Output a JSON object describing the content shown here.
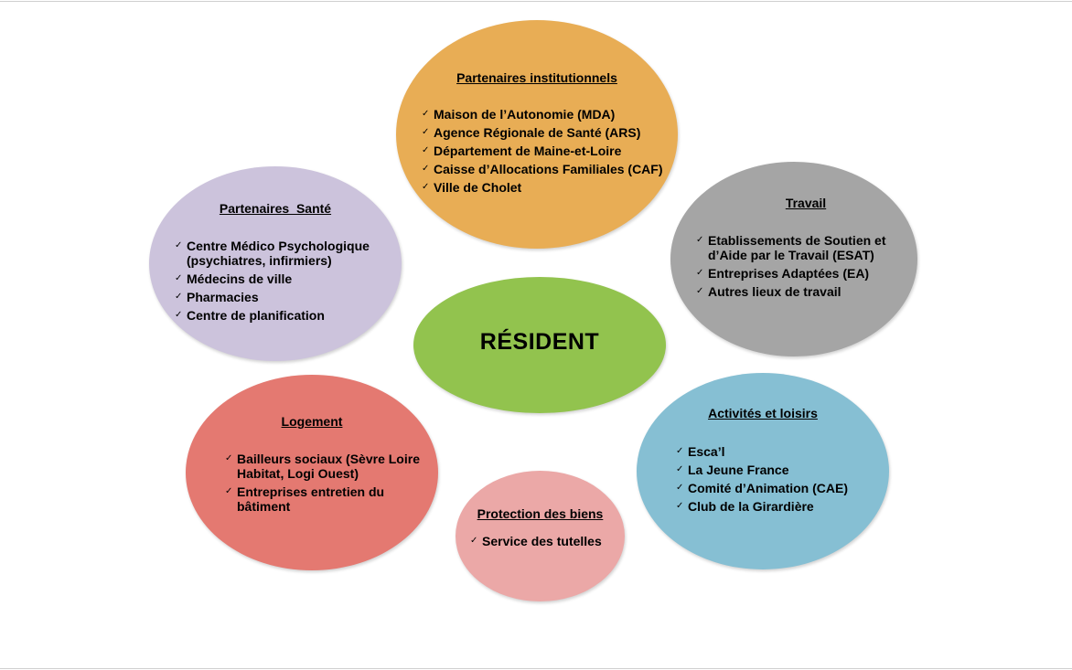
{
  "center": {
    "label": "RÉSIDENT",
    "color": "#92c34e"
  },
  "check_glyph": "✓",
  "nodes": {
    "institutionnels": {
      "title": "Partenaires institutionnels",
      "color": "#e8ad55",
      "items": [
        "Maison de l’Autonomie (MDA)",
        "Agence Régionale de Santé (ARS)",
        "Département de Maine-et-Loire",
        "Caisse d’Allocations Familiales (CAF)",
        "Ville de Cholet"
      ]
    },
    "sante": {
      "title": "Partenaires  Santé",
      "color": "#ccc3dc",
      "items": [
        "Centre Médico Psychologique (psychiatres, infirmiers)",
        "Médecins de ville",
        "Pharmacies",
        "Centre de planification"
      ]
    },
    "travail": {
      "title": "Travail",
      "color": "#a5a5a5",
      "items": [
        "Etablissements de Soutien et d’Aide par le Travail (ESAT)",
        "Entreprises Adaptées (EA)",
        "Autres lieux de travail"
      ]
    },
    "logement": {
      "title": "Logement",
      "color": "#e47971",
      "items": [
        "Bailleurs sociaux (Sèvre Loire Habitat, Logi Ouest)",
        "Entreprises entretien du bâtiment"
      ]
    },
    "loisirs": {
      "title": "Activités et loisirs",
      "color": "#86bfd3",
      "items": [
        "Esca’l",
        "La Jeune France",
        "Comité d’Animation (CAE)",
        "Club de la Girardière"
      ]
    },
    "biens": {
      "title": "Protection des biens",
      "color": "#eba8a7",
      "items": [
        "Service des tutelles"
      ]
    }
  }
}
